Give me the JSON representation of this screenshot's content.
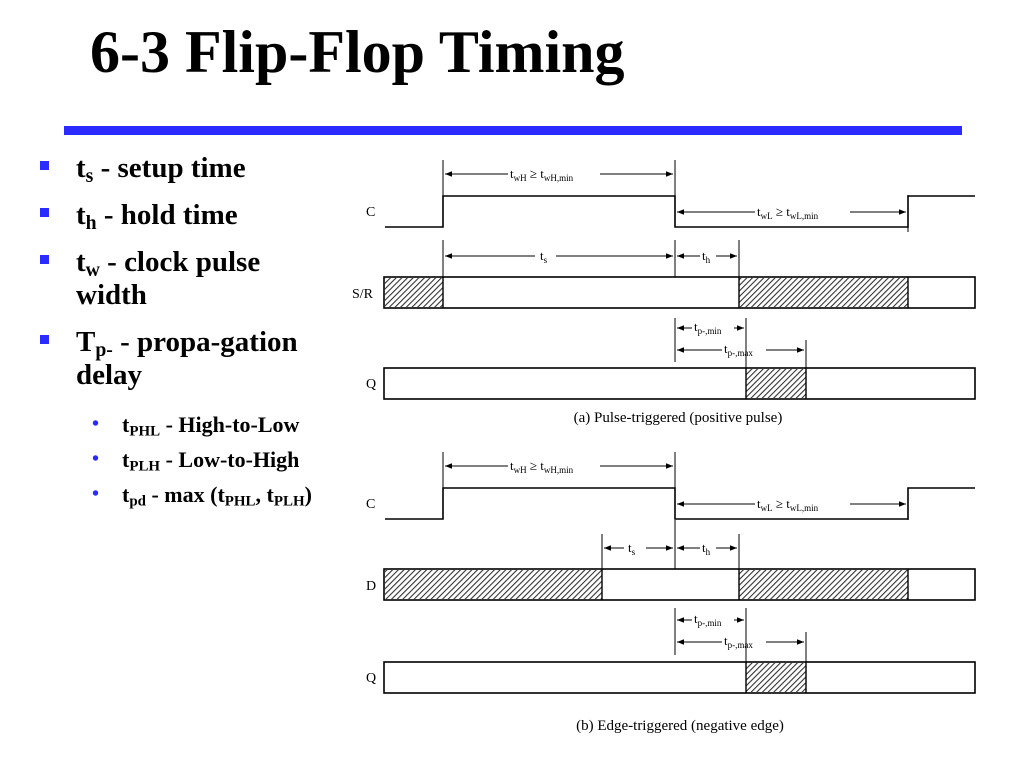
{
  "slide": {
    "title": "6-3 Flip-Flop Timing"
  },
  "bullets": [
    {
      "sym": "t",
      "sub": "s",
      "text": " - setup time"
    },
    {
      "sym": "t",
      "sub": "h",
      "text": " - hold time"
    },
    {
      "sym": "t",
      "sub": "w",
      "text": " - clock pulse width"
    },
    {
      "sym": "T",
      "sub": "p-",
      "text": " - propa-gation delay"
    }
  ],
  "subbullets": [
    {
      "sym": "t",
      "sub": "PHL",
      "text": " - High-to-Low"
    },
    {
      "sym": "t",
      "sub": "PLH",
      "text": " - Low-to-High"
    },
    {
      "sym": "t",
      "sub": "pd",
      "text": " - max (t",
      "sub2": "PHL",
      "text2": ", t",
      "sub3": "PLH",
      "text3": ")"
    }
  ],
  "diagram": {
    "a": {
      "caption": "(a) Pulse-triggered (positive pulse)",
      "clock_label": "C",
      "input_label": "S/R",
      "output_label": "Q",
      "twh_main": "t",
      "twh_sub": "wH",
      "twh_rel": " ≥ t",
      "twh_sub2": "wH,min",
      "twl_main": "t",
      "twl_sub": "wL",
      "twl_rel": " ≥ t",
      "twl_sub2": "wL,min",
      "ts_main": "t",
      "ts_sub": "s",
      "th_main": "t",
      "th_sub": "h",
      "tpmin_main": "t",
      "tpmin_sub": "p-,min",
      "tpmax_main": "t",
      "tpmax_sub": "p-,max"
    },
    "b": {
      "caption": "(b) Edge-triggered (negative edge)",
      "clock_label": "C",
      "input_label": "D",
      "output_label": "Q",
      "twh_main": "t",
      "twh_sub": "wH",
      "twh_rel": " ≥ t",
      "twh_sub2": "wH,min",
      "twl_main": "t",
      "twl_sub": "wL",
      "twl_rel": " ≥ t",
      "twl_sub2": "wL,min",
      "ts_main": "t",
      "ts_sub": "s",
      "th_main": "t",
      "th_sub": "h",
      "tpmin_main": "t",
      "tpmin_sub": "p-,min",
      "tpmax_main": "t",
      "tpmax_sub": "p-,max"
    }
  }
}
